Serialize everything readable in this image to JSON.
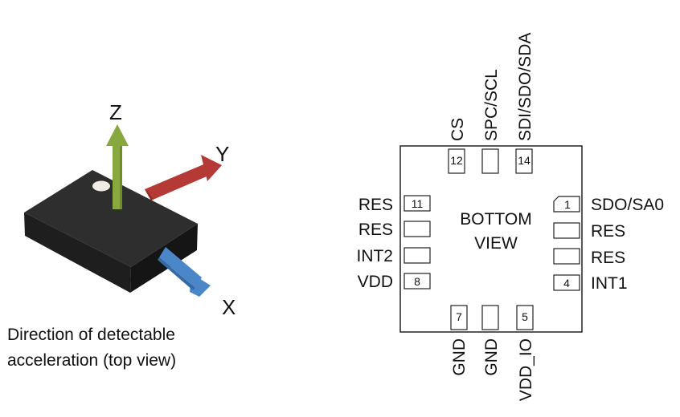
{
  "sensor_view": {
    "axes": {
      "z": "Z",
      "y": "Y",
      "x": "X"
    },
    "axis_colors": {
      "z": "#86a83e",
      "y": "#b53a35",
      "x": "#4a86c8"
    },
    "body_color": "#2b2b2b",
    "caption_line1": "Direction of detectable",
    "caption_line2": "acceleration (top view)"
  },
  "pinout": {
    "view_line1": "BOTTOM",
    "view_line2": "VIEW",
    "top_labels": {
      "left": "CS",
      "middle": "SPC/SCL",
      "right": "SDI/SDO/SDA"
    },
    "top_pins": {
      "left": "12",
      "middle": "",
      "right": "14"
    },
    "bottom_labels": {
      "left": "GND",
      "middle": "GND",
      "right": "VDD_IO"
    },
    "bottom_pins": {
      "left": "7",
      "middle": "",
      "right": "5"
    },
    "left_labels": [
      "RES",
      "RES",
      "INT2",
      "VDD"
    ],
    "left_pins": [
      "11",
      "",
      "",
      "8"
    ],
    "right_labels": [
      "SDO/SA0",
      "RES",
      "RES",
      "INT1"
    ],
    "right_pins": [
      "1",
      "",
      "",
      "4"
    ]
  }
}
